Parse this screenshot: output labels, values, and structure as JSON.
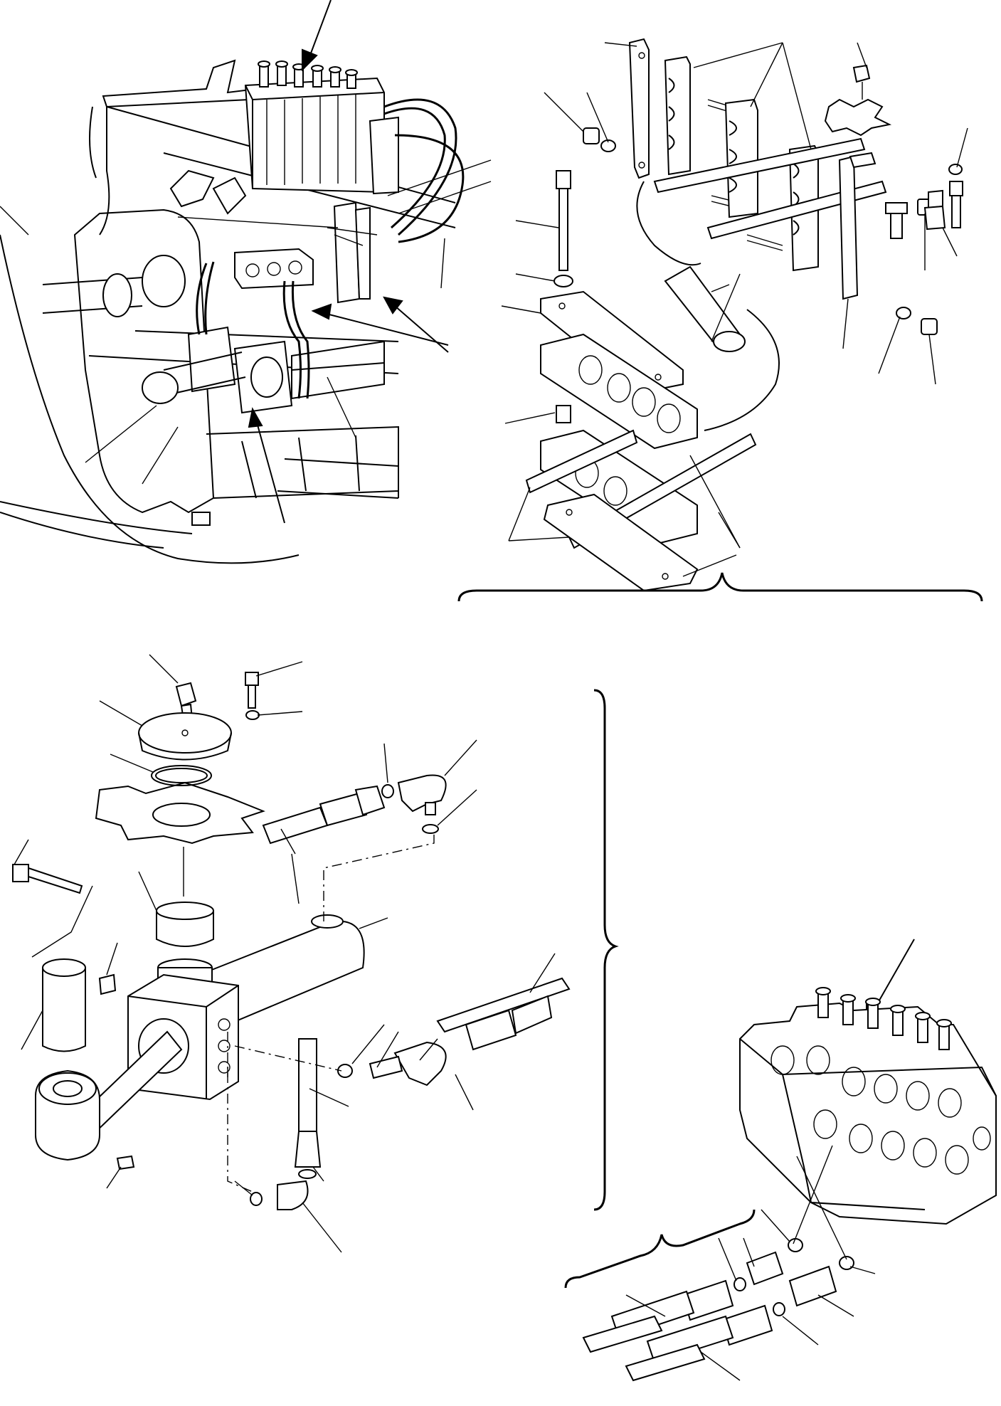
{
  "figure": {
    "panels": [
      {
        "id": "machine-view",
        "callouts": 10,
        "arrows": 4
      },
      {
        "id": "hose-clamp-exploded",
        "callouts": 19
      },
      {
        "id": "cylinder-exploded",
        "callouts": 22
      },
      {
        "id": "control-valve",
        "callouts": 9,
        "arrows": 1
      }
    ]
  }
}
